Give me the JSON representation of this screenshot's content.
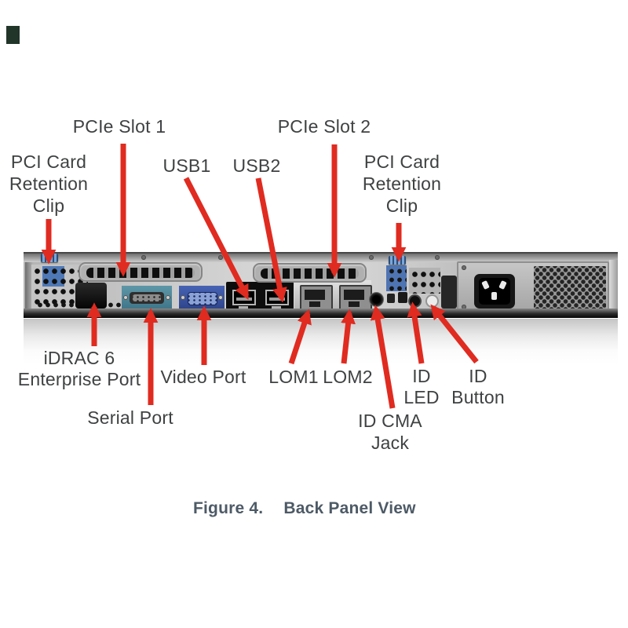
{
  "figure": {
    "caption_label": "Figure 4.",
    "caption_title": "Back Panel View"
  },
  "labels": {
    "pcie_slot_1": "PCIe Slot 1",
    "pcie_slot_2": "PCIe Slot 2",
    "usb1": "USB1",
    "usb2": "USB2",
    "pci_clip_left": "PCI Card\nRetention\nClip",
    "pci_clip_right": "PCI Card\nRetention\nClip",
    "idrac": "iDRAC 6\nEnterprise Port",
    "video": "Video Port",
    "lom1": "LOM1",
    "lom2": "LOM2",
    "id_led": "ID\nLED",
    "id_button": "ID\nButton",
    "serial": "Serial Port",
    "id_cma": "ID CMA\nJack"
  },
  "colors": {
    "arrow_red": "#e02b20",
    "label_text": "#3f4142",
    "caption_text": "#4d5a66",
    "retention_clip_blue": "#7aa6d9",
    "serial_panel_teal": "#4f8fa3",
    "vga_panel_blue": "#3c55a6"
  }
}
